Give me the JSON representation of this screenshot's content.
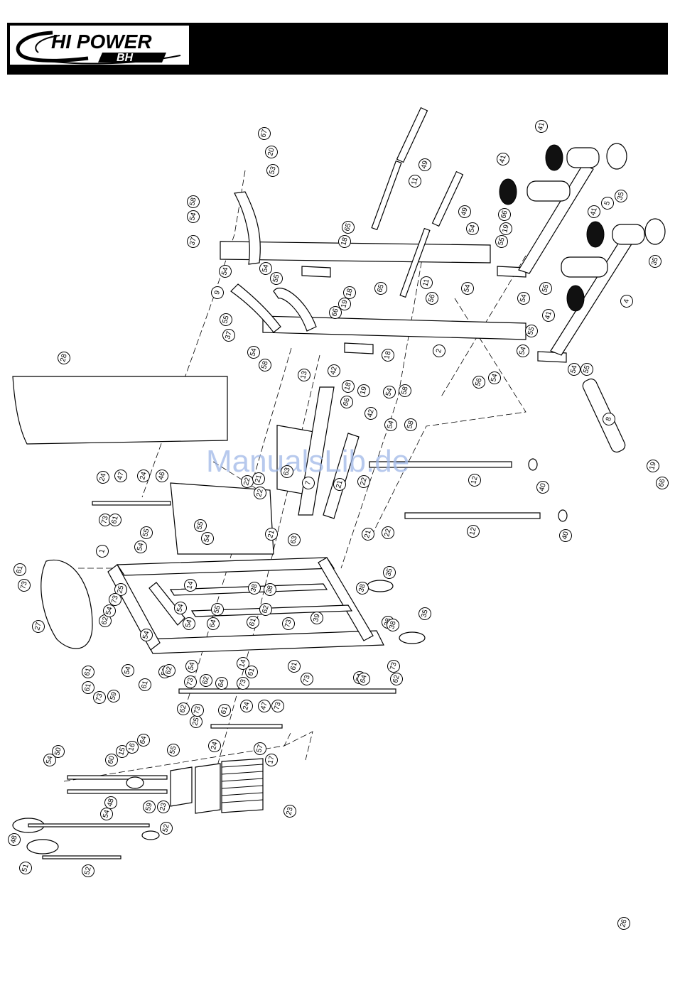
{
  "header": {
    "brand_name": "HI POWER",
    "brand_sub": "BH"
  },
  "watermark": "ManualsLib.de",
  "colors": {
    "header_bg": "#000000",
    "ink": "#000000",
    "watermark": "#9fb8e8"
  },
  "callouts": [
    {
      "n": "67"
    },
    {
      "n": "20"
    },
    {
      "n": "53"
    },
    {
      "n": "49"
    },
    {
      "n": "11"
    },
    {
      "n": "41"
    },
    {
      "n": "35"
    },
    {
      "n": "5"
    },
    {
      "n": "58"
    },
    {
      "n": "54"
    },
    {
      "n": "37"
    },
    {
      "n": "65"
    },
    {
      "n": "18"
    },
    {
      "n": "49"
    },
    {
      "n": "41"
    },
    {
      "n": "66"
    },
    {
      "n": "19"
    },
    {
      "n": "54"
    },
    {
      "n": "55"
    },
    {
      "n": "41"
    },
    {
      "n": "35"
    },
    {
      "n": "54"
    },
    {
      "n": "54"
    },
    {
      "n": "55"
    },
    {
      "n": "9"
    },
    {
      "n": "18"
    },
    {
      "n": "19"
    },
    {
      "n": "66"
    },
    {
      "n": "65"
    },
    {
      "n": "11"
    },
    {
      "n": "54"
    },
    {
      "n": "56"
    },
    {
      "n": "54"
    },
    {
      "n": "55"
    },
    {
      "n": "4"
    },
    {
      "n": "41"
    },
    {
      "n": "37"
    },
    {
      "n": "55"
    },
    {
      "n": "18"
    },
    {
      "n": "2"
    },
    {
      "n": "55"
    },
    {
      "n": "54"
    },
    {
      "n": "28"
    },
    {
      "n": "54"
    },
    {
      "n": "58"
    },
    {
      "n": "13"
    },
    {
      "n": "42"
    },
    {
      "n": "18"
    },
    {
      "n": "56"
    },
    {
      "n": "54"
    },
    {
      "n": "54"
    },
    {
      "n": "55"
    },
    {
      "n": "66"
    },
    {
      "n": "19"
    },
    {
      "n": "54"
    },
    {
      "n": "58"
    },
    {
      "n": "8"
    },
    {
      "n": "42"
    },
    {
      "n": "54"
    },
    {
      "n": "58"
    },
    {
      "n": "22"
    },
    {
      "n": "21"
    },
    {
      "n": "63"
    },
    {
      "n": "21"
    },
    {
      "n": "22"
    },
    {
      "n": "12"
    },
    {
      "n": "40"
    },
    {
      "n": "19"
    },
    {
      "n": "66"
    },
    {
      "n": "24"
    },
    {
      "n": "47"
    },
    {
      "n": "24"
    },
    {
      "n": "46"
    },
    {
      "n": "22"
    },
    {
      "n": "7"
    },
    {
      "n": "73"
    },
    {
      "n": "61"
    },
    {
      "n": "55"
    },
    {
      "n": "54"
    },
    {
      "n": "55"
    },
    {
      "n": "54"
    },
    {
      "n": "21"
    },
    {
      "n": "63"
    },
    {
      "n": "21"
    },
    {
      "n": "22"
    },
    {
      "n": "12"
    },
    {
      "n": "40"
    },
    {
      "n": "1"
    },
    {
      "n": "61"
    },
    {
      "n": "73"
    },
    {
      "n": "35"
    },
    {
      "n": "25"
    },
    {
      "n": "73"
    },
    {
      "n": "14"
    },
    {
      "n": "38"
    },
    {
      "n": "38"
    },
    {
      "n": "38"
    },
    {
      "n": "54"
    },
    {
      "n": "62"
    },
    {
      "n": "54"
    },
    {
      "n": "64"
    },
    {
      "n": "55"
    },
    {
      "n": "62"
    },
    {
      "n": "61"
    },
    {
      "n": "39"
    },
    {
      "n": "27"
    },
    {
      "n": "54"
    },
    {
      "n": "73"
    },
    {
      "n": "54"
    },
    {
      "n": "61"
    },
    {
      "n": "38"
    },
    {
      "n": "35"
    },
    {
      "n": "38"
    },
    {
      "n": "54"
    },
    {
      "n": "73"
    },
    {
      "n": "59"
    },
    {
      "n": "54"
    },
    {
      "n": "61"
    },
    {
      "n": "73"
    },
    {
      "n": "62"
    },
    {
      "n": "54"
    },
    {
      "n": "64"
    },
    {
      "n": "14"
    },
    {
      "n": "61"
    },
    {
      "n": "73"
    },
    {
      "n": "61"
    },
    {
      "n": "73"
    },
    {
      "n": "64"
    },
    {
      "n": "62"
    },
    {
      "n": "61"
    },
    {
      "n": "73"
    },
    {
      "n": "59"
    },
    {
      "n": "62"
    },
    {
      "n": "62"
    },
    {
      "n": "25"
    },
    {
      "n": "73"
    },
    {
      "n": "61"
    },
    {
      "n": "24"
    },
    {
      "n": "47"
    },
    {
      "n": "73"
    },
    {
      "n": "24"
    },
    {
      "n": "57"
    },
    {
      "n": "50"
    },
    {
      "n": "54"
    },
    {
      "n": "60"
    },
    {
      "n": "15"
    },
    {
      "n": "16"
    },
    {
      "n": "64"
    },
    {
      "n": "55"
    },
    {
      "n": "17"
    },
    {
      "n": "48"
    },
    {
      "n": "54"
    },
    {
      "n": "59"
    },
    {
      "n": "23"
    },
    {
      "n": "23"
    },
    {
      "n": "48"
    },
    {
      "n": "52"
    },
    {
      "n": "51"
    },
    {
      "n": "52"
    },
    {
      "n": "26"
    }
  ]
}
